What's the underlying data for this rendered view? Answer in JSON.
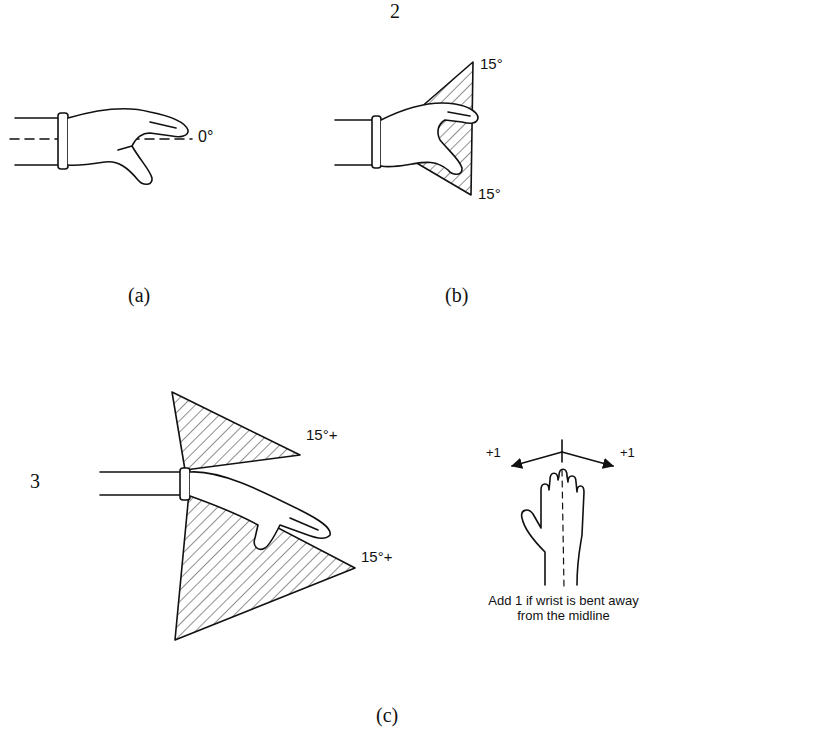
{
  "diagram": {
    "labels": [
      "2",
      "0°",
      "15°",
      "15°",
      "(a)",
      "(b)",
      "3",
      "15°+",
      "15°+",
      "+1",
      "+1",
      "Add 1 if wrist is bent away from the midline",
      "(c)"
    ]
  }
}
